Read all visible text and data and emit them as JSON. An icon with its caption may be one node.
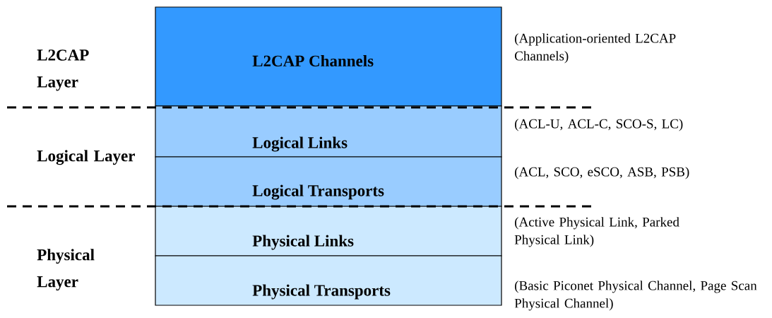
{
  "diagram": {
    "nodes": [
      {
        "text": [
          "L2CAP Channels"
        ],
        "beside": [
          "(Application-oriented L2CAP Channels)"
        ]
      },
      {
        "text": [
          "Logical Links"
        ],
        "beside": [
          "(ACL-U, ACL-C, SCO-S, LC)"
        ]
      },
      {
        "text": [
          "Logical Transports"
        ],
        "beside": [
          "(ACL, SCO, eSCO, ASB, PSB)"
        ]
      },
      {
        "text": [
          "Physical Links"
        ],
        "beside": [
          "(Active Physical Link, Parked Physical Link)"
        ]
      },
      {
        "text": [
          "Physical Transports"
        ],
        "beside": [
          "(Basic Piconet Physical Channel, Page Scan Physical Channel)"
        ]
      }
    ],
    "labels": [
      "L2CAP Layer",
      "Logical Layer",
      "Physical Layer"
    ]
  }
}
